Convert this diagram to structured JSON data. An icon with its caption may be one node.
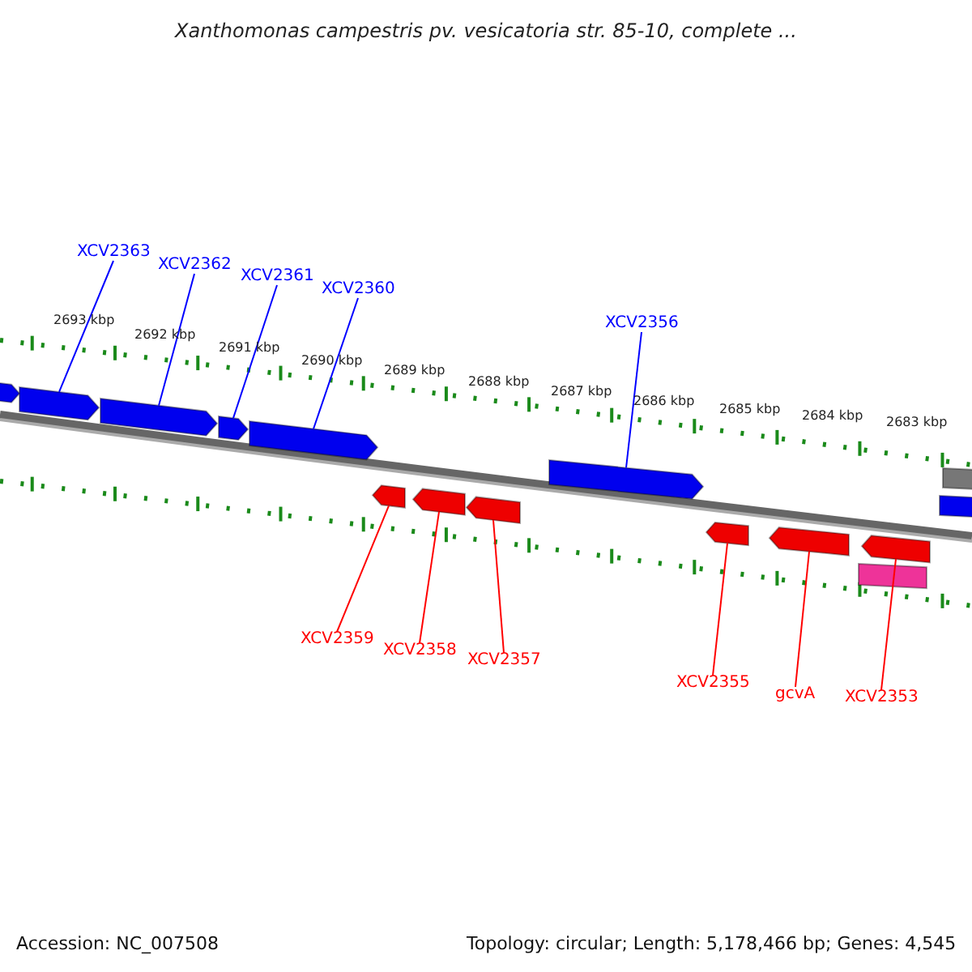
{
  "diagram": {
    "title": "Xanthomonas campestris pv. vesicatoria str. 85-10, complete ...",
    "nodes": [
      {
        "text": [
          "XCV2363"
        ]
      },
      {
        "text": [
          "XCV2362"
        ]
      },
      {
        "text": [
          "XCV2361"
        ]
      },
      {
        "text": [
          "XCV2360"
        ]
      },
      {
        "text": [
          "XCV2356"
        ]
      },
      {
        "text": [],
        "shape": "arrow"
      },
      {
        "text": [],
        "shape": "arrow"
      },
      {
        "text": [],
        "shape": "arrow"
      },
      {
        "text": [],
        "shape": "arrow"
      },
      {
        "text": [],
        "shape": "arrow"
      },
      {
        "text": [],
        "shape": "arrow"
      },
      {
        "text": [],
        "shape": "bar"
      },
      {
        "text": [],
        "shape": "bar"
      },
      {
        "text": [],
        "shape": "arrow"
      },
      {
        "text": [],
        "shape": "arrow"
      },
      {
        "text": [],
        "shape": "arrow"
      },
      {
        "text": [],
        "shape": "arrow"
      },
      {
        "text": [],
        "shape": "arrow"
      },
      {
        "text": [],
        "shape": "arrow"
      },
      {
        "text": [],
        "shape": "bar"
      },
      {
        "text": [
          "XCV2359"
        ]
      },
      {
        "text": [
          "XCV2358"
        ]
      },
      {
        "text": [
          "XCV2357"
        ]
      },
      {
        "text": [
          "XCV2355"
        ]
      },
      {
        "text": [
          "gcvA"
        ]
      },
      {
        "text": [
          "XCV2353"
        ]
      }
    ],
    "edges": [
      {
        "from": 0,
        "to": 6,
        "arrow": "none",
        "color": "#0000ff"
      },
      {
        "from": 1,
        "to": 7,
        "arrow": "none",
        "color": "#0000ff"
      },
      {
        "from": 2,
        "to": 8,
        "arrow": "none",
        "color": "#0000ff"
      },
      {
        "from": 3,
        "to": 9,
        "arrow": "none",
        "color": "#0000ff"
      },
      {
        "from": 4,
        "to": 10,
        "arrow": "none",
        "color": "#0000ff"
      },
      {
        "from": 20,
        "to": 13,
        "arrow": "none",
        "color": "#ff0000"
      },
      {
        "from": 21,
        "to": 14,
        "arrow": "none",
        "color": "#ff0000"
      },
      {
        "from": 22,
        "to": 15,
        "arrow": "none",
        "color": "#ff0000"
      },
      {
        "from": 23,
        "to": 16,
        "arrow": "none",
        "color": "#ff0000"
      },
      {
        "from": 24,
        "to": 17,
        "arrow": "none",
        "color": "#ff0000"
      },
      {
        "from": 25,
        "to": 18,
        "arrow": "none",
        "color": "#ff0000"
      }
    ],
    "labels": [
      "2693 kbp",
      "2692 kbp",
      "2691 kbp",
      "2690 kbp",
      "2689 kbp",
      "2688 kbp",
      "2687 kbp",
      "2686 kbp",
      "2685 kbp",
      "2684 kbp",
      "2683 kbp",
      "Accession: NC_007508",
      "Topology: circular; Length: 5,178,466 bp; Genes: 4,545"
    ]
  }
}
